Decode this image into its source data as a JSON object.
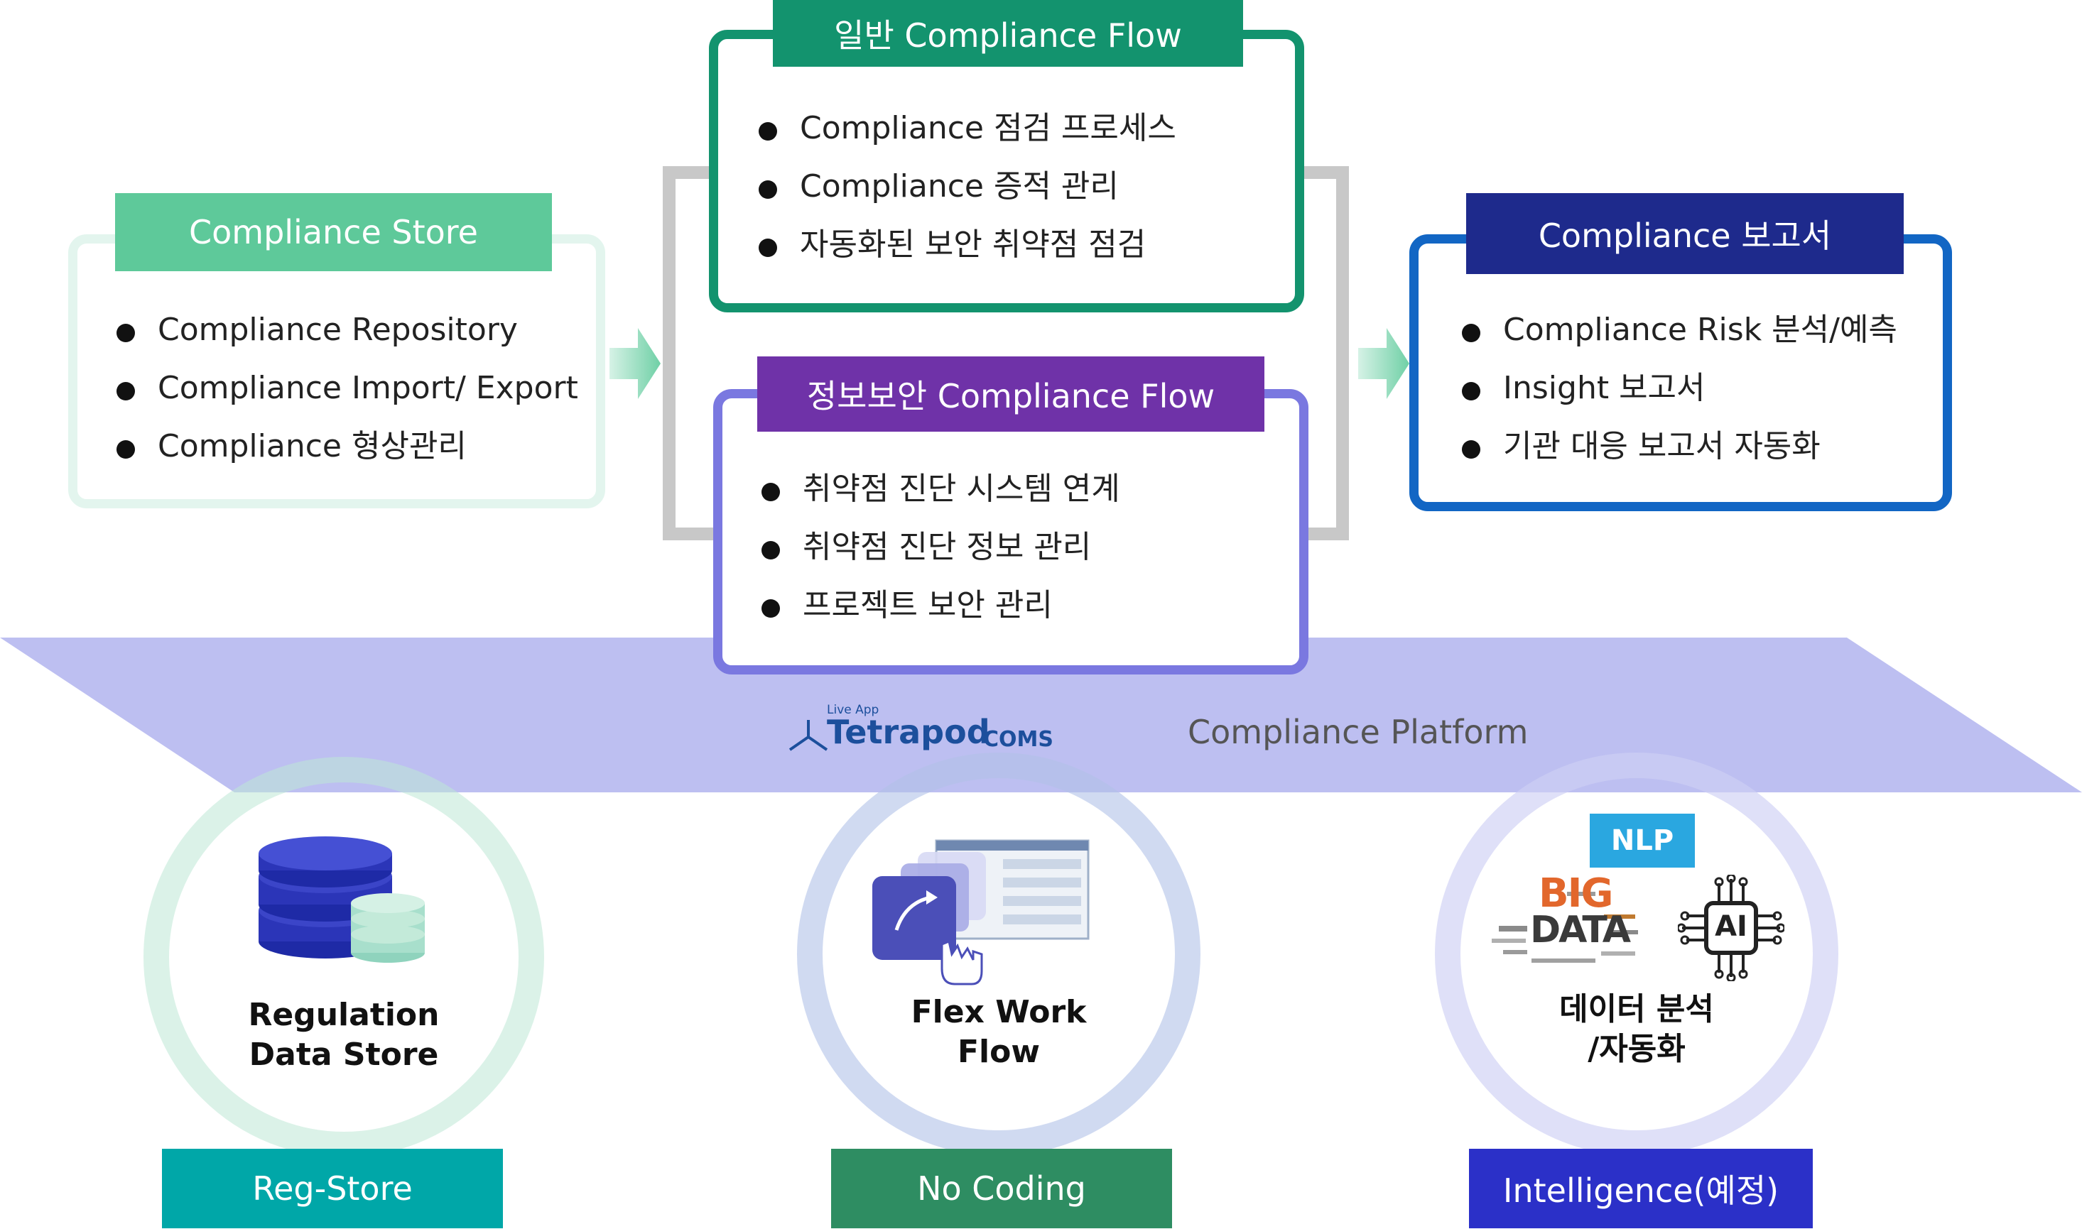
{
  "store": {
    "title": "Compliance Store",
    "items": [
      "Compliance Repository",
      "Compliance Import/ Export",
      "Compliance 형상관리"
    ]
  },
  "general_flow": {
    "title": "일반 Compliance Flow",
    "items": [
      "Compliance 점검 프로세스",
      "Compliance 증적 관리",
      "자동화된 보안 취약점 점검"
    ]
  },
  "security_flow": {
    "title": "정보보안 Compliance Flow",
    "items": [
      "취약점 진단 시스템 연계",
      "취약점 진단 정보 관리",
      "프로젝트 보안 관리"
    ]
  },
  "report": {
    "title": "Compliance 보고서",
    "items": [
      "Compliance Risk 분석/예측",
      "Insight 보고서",
      "기관 대응 보고서 자동화"
    ]
  },
  "platform": {
    "logo_small": "Live App",
    "logo_main": "Tetrapod",
    "logo_suffix": "COMS",
    "label": "Compliance Platform"
  },
  "pillars": [
    {
      "line1": "Regulation",
      "line2": "Data Store",
      "label": "Reg-Store"
    },
    {
      "line1": "Flex Work",
      "line2": "Flow",
      "label": "No Coding"
    },
    {
      "line1": "데이터 분석",
      "line2": "/자동화",
      "label": "Intelligence(예정)",
      "badge": "NLP",
      "big_text": "BIG",
      "data_text": "DATA",
      "ai_text": "AI"
    }
  ],
  "colors": {
    "store": "#5ec99a",
    "general": "#13936e",
    "security_header": "#6f32a8",
    "security_border": "#7a78e0",
    "report_header": "#1e2a8c",
    "report_border": "#1266c4",
    "band": "#b9bcf0",
    "reg_store": "#00a7a8",
    "no_coding": "#2e8d62",
    "intelligence": "#2b30c8"
  }
}
